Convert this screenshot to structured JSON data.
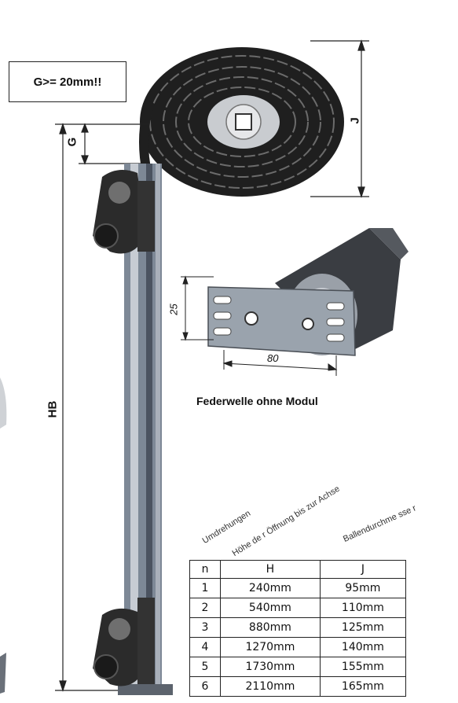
{
  "note": "G>= 20mm!!",
  "dimensions": {
    "g": "G",
    "j": "J",
    "hb": "HB",
    "d25": "25",
    "d80": "80"
  },
  "caption": "Federwelle ohne Modul",
  "column_descriptions": [
    "Umdrehungen",
    "Höhe de r Öffnung bis zur Achse",
    "Ballendurchme sse r"
  ],
  "table": {
    "headers": [
      "n",
      "H",
      "J"
    ],
    "rows": [
      [
        "1",
        "240mm",
        "95mm"
      ],
      [
        "2",
        "540mm",
        "110mm"
      ],
      [
        "3",
        "880mm",
        "125mm"
      ],
      [
        "4",
        "1270mm",
        "140mm"
      ],
      [
        "5",
        "1730mm",
        "155mm"
      ],
      [
        "6",
        "2110mm",
        "165mm"
      ]
    ]
  },
  "colors": {
    "slat": "#2a2a2a",
    "rail": "#7d8896",
    "bracket": "#9aa3ad"
  }
}
